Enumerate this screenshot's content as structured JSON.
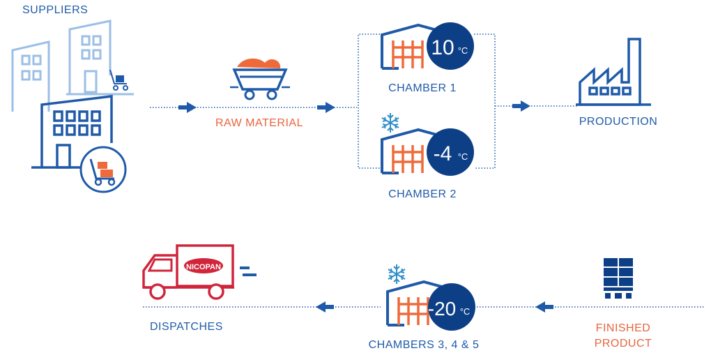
{
  "labels": {
    "suppliers": "SUPPLIERS",
    "raw_material": "RAW MATERIAL",
    "chamber1": "CHAMBER 1",
    "chamber2": "CHAMBER 2",
    "production": "PRODUCTION",
    "dispatches": "DISPATCHES",
    "chambers345": "CHAMBERS 3, 4 & 5",
    "finished_line1": "FINISHED",
    "finished_line2": "PRODUCT"
  },
  "temperatures": {
    "chamber1_value": "10",
    "chamber2_value": "-4",
    "chambers345_value": "-20",
    "unit": "°C"
  },
  "truck": {
    "brand": "NICOPAN"
  },
  "colors": {
    "blue": "#1f5aa8",
    "light_blue": "#9bbfe6",
    "navy": "#0d3f86",
    "orange": "#ef6a3a",
    "red": "#d0253b"
  }
}
